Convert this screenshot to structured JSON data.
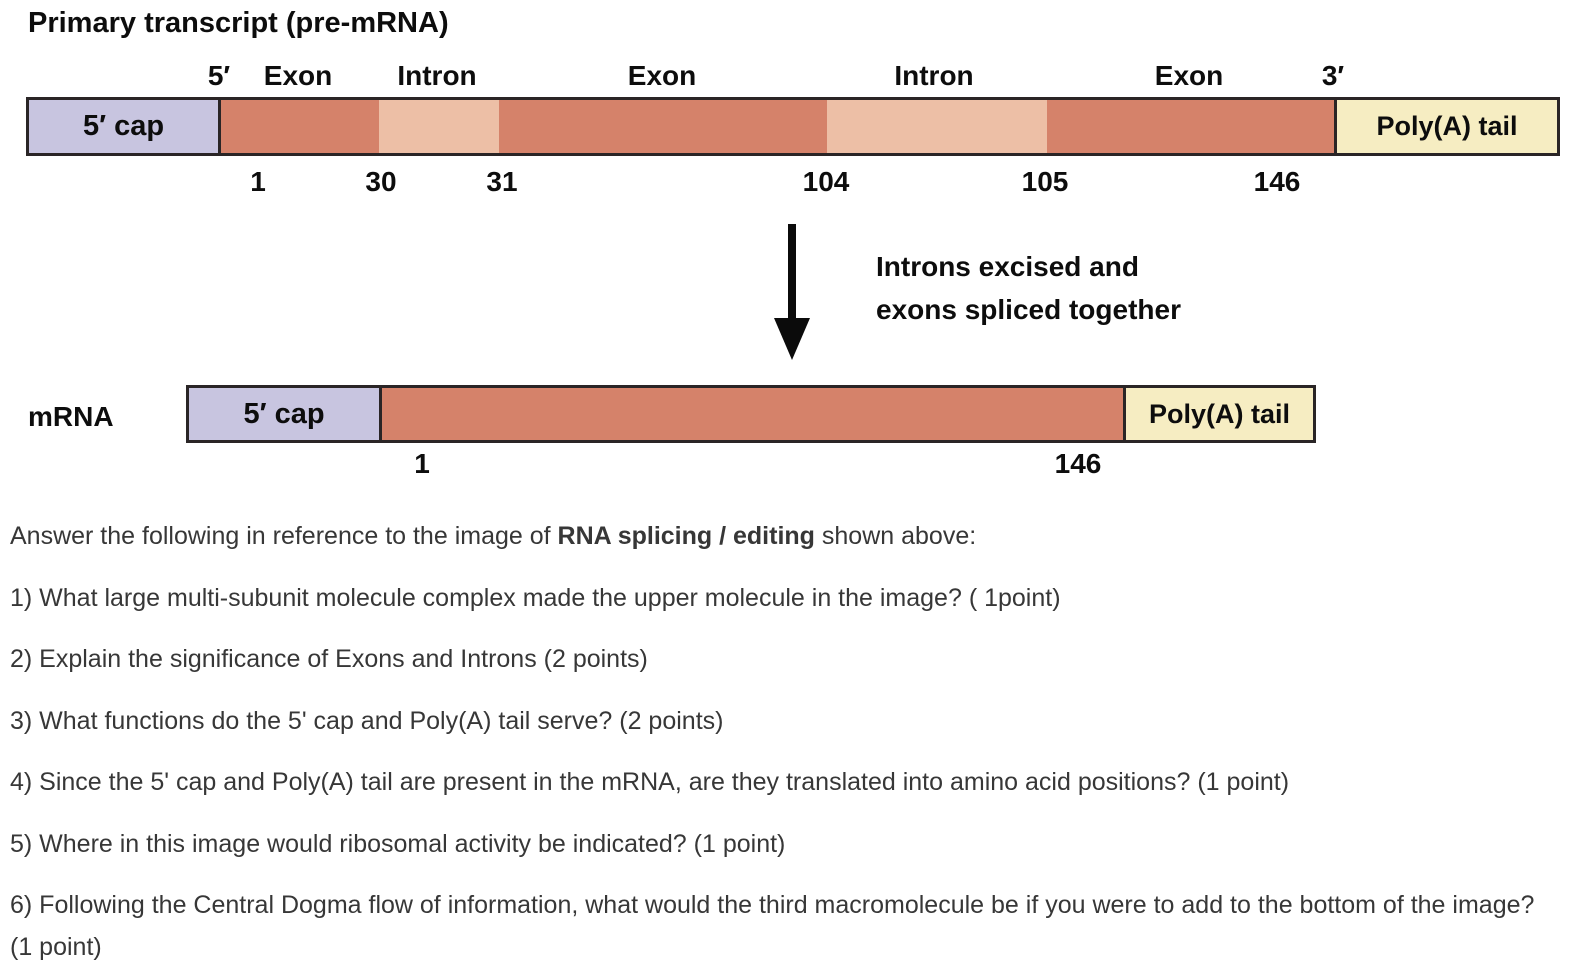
{
  "figure": {
    "title": "Primary transcript (pre-mRNA)",
    "top_labels": [
      "5′",
      "Exon",
      "Intron",
      "Exon",
      "Intron",
      "Exon",
      "3′"
    ],
    "pre_mrna": {
      "cap_label": "5′ cap",
      "poly_label": "Poly(A) tail",
      "positions": [
        "1",
        "30",
        "31",
        "104",
        "105",
        "146"
      ]
    },
    "arrow_caption": "Introns excised and\nexons spliced together",
    "mrna": {
      "row_label": "mRNA",
      "cap_label": "5′ cap",
      "poly_label": "Poly(A) tail",
      "positions": [
        "1",
        "146"
      ]
    },
    "colors": {
      "exon": "#d5826a",
      "intron": "#edbfa6",
      "cap": "#c8c5e0",
      "poly_a_tail": "#f6edc2",
      "outline": "#2a2526"
    }
  },
  "questions": {
    "intro_pre": "Answer the following in reference to the image of ",
    "intro_bold": "RNA splicing / editing",
    "intro_post": " shown above:",
    "items": [
      "1) What large multi-subunit molecule complex made the upper molecule in the image? ( 1point)",
      "2) Explain the significance of Exons and Introns (2 points)",
      "3) What functions do the 5' cap and Poly(A) tail serve? (2 points)",
      "4) Since the 5' cap and Poly(A) tail are present in the mRNA, are they translated into amino acid positions? (1 point)",
      "5) Where in this image would ribosomal activity be indicated? (1 point)",
      "6) Following the Central Dogma flow of information, what would the third macromolecule be if you were to add to the bottom of the image? (1 point)"
    ]
  }
}
